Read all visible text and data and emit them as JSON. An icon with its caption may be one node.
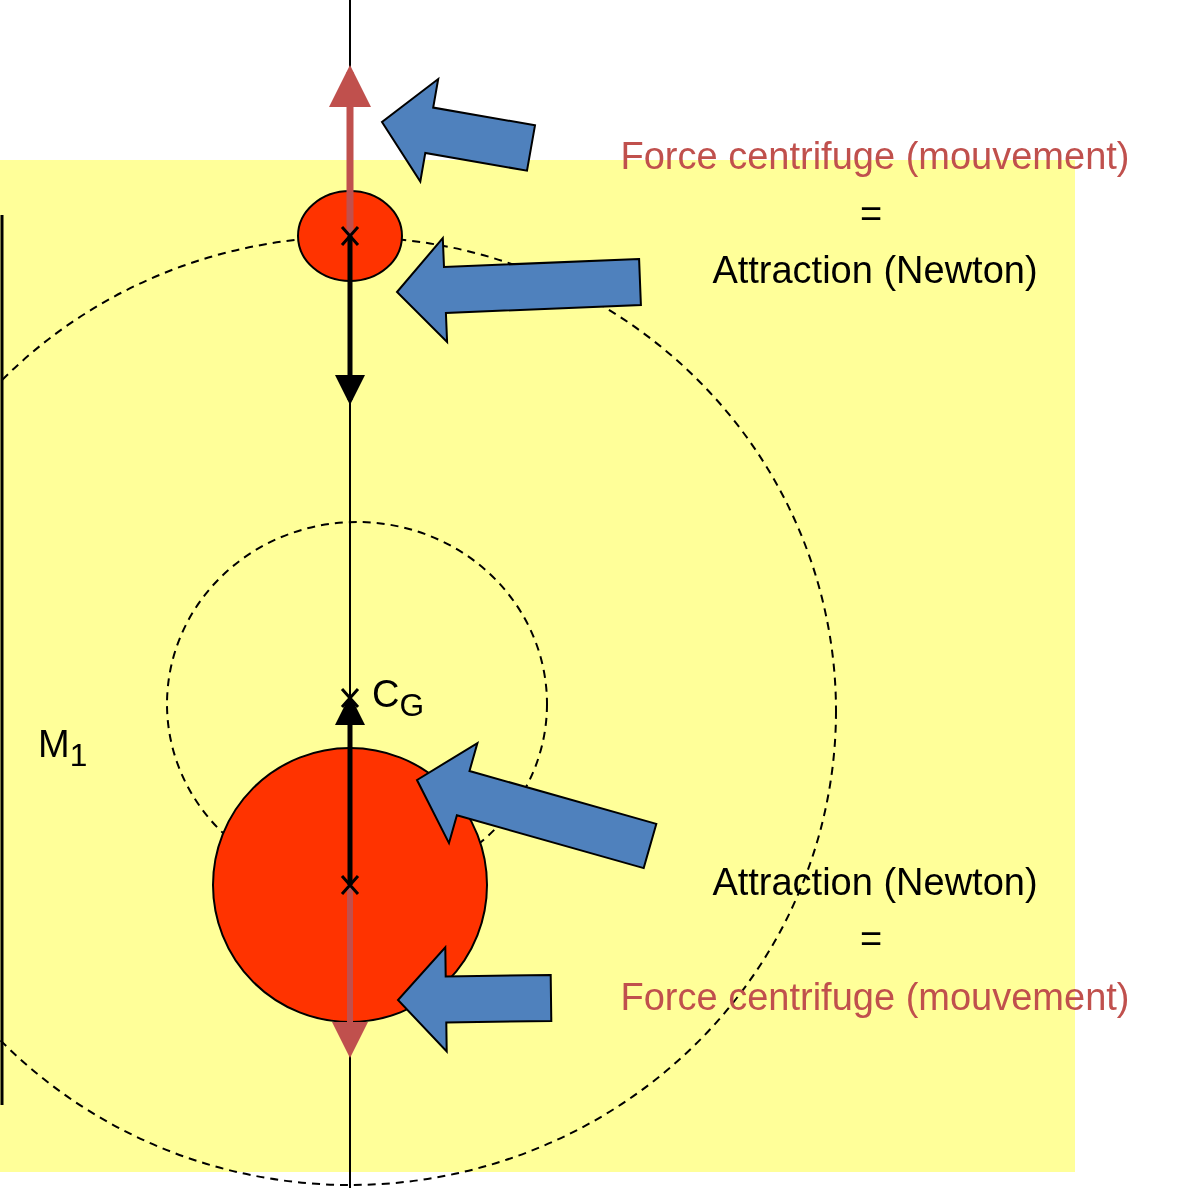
{
  "diagram": {
    "nodes": [
      {
        "text": [
          "Force centrifuge (mouvement)"
        ]
      },
      {
        "text": [
          "Attraction (Newton)"
        ]
      },
      {
        "text": [
          "Attraction (Newton)"
        ]
      },
      {
        "text": [
          "Force centrifuge (mouvement)"
        ]
      },
      {
        "text": [],
        "shape": "arrow"
      },
      {
        "text": [],
        "shape": "arrow"
      },
      {
        "text": [],
        "shape": "arrow"
      },
      {
        "text": [],
        "shape": "arrow"
      }
    ],
    "edges": [
      {
        "from": 0,
        "to": 4,
        "arrow": "to"
      },
      {
        "from": 1,
        "to": 5,
        "arrow": "to"
      },
      {
        "from": 2,
        "to": 6,
        "arrow": "to"
      },
      {
        "from": 3,
        "to": 7,
        "arrow": "to"
      }
    ],
    "labels": [
      "=",
      "C$_{G}$",
      "M$_{1}$",
      "="
    ]
  }
}
